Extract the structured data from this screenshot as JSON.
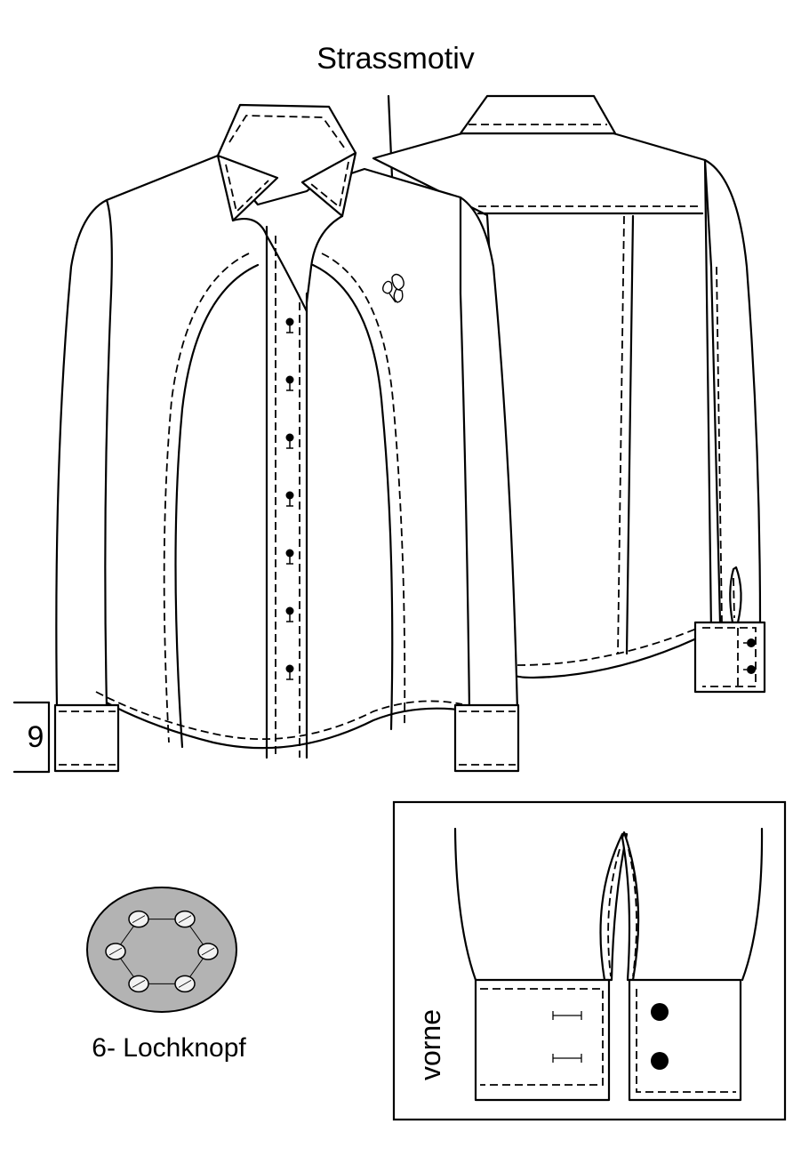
{
  "labels": {
    "rhinestone_motif": "Strassmotiv",
    "cuff_height": "9",
    "button_type": "6- Lochknopf",
    "detail_view": "vorne"
  },
  "colors": {
    "line": "#000000",
    "background": "#ffffff",
    "button_fill": "#b3b3b3"
  },
  "icons": {
    "button": "six-hole-button-icon",
    "motif": "rhinestone-motif-icon"
  },
  "front_view": {
    "button_count": 7
  },
  "back_view": {
    "cuff_button_count": 2
  },
  "detail": {
    "button_count": 2,
    "buttonhole_count": 2
  }
}
